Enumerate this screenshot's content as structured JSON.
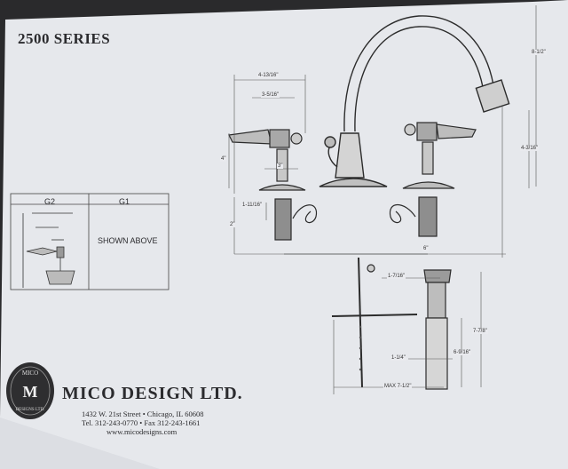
{
  "header": {
    "title": "2500 SERIES"
  },
  "variants": {
    "g2_label": "G2",
    "g1_label": "G1",
    "g1_note": "SHOWN ABOVE"
  },
  "dimensions": {
    "handle_span": "4-13/16\"",
    "handle_width": "3-5/16\"",
    "handle_height": "4\"",
    "escutcheon": "3\"",
    "shank": "1-11/16\"",
    "below_deck": "2\"",
    "spout_height": "8-1/2\"",
    "spout_reach": "4-3/16\"",
    "centers": "6\"",
    "drain_top": "1-7/16\"",
    "drain_height": "7-7/8\"",
    "drain_body": "6-9/16\"",
    "drain_dia": "1-1/4\"",
    "pop_up_max": "MAX 7-1/2\""
  },
  "company": {
    "name": "MICO DESIGN LTD.",
    "address": "1432 W. 21st Street  •  Chicago, IL 60608",
    "phone": "Tel. 312-243-0770  •  Fax 312-243-1661",
    "website": "www.micodesigns.com",
    "logo_top": "MICO",
    "logo_mid": "M",
    "logo_bottom": "DESIGNS LTD."
  }
}
